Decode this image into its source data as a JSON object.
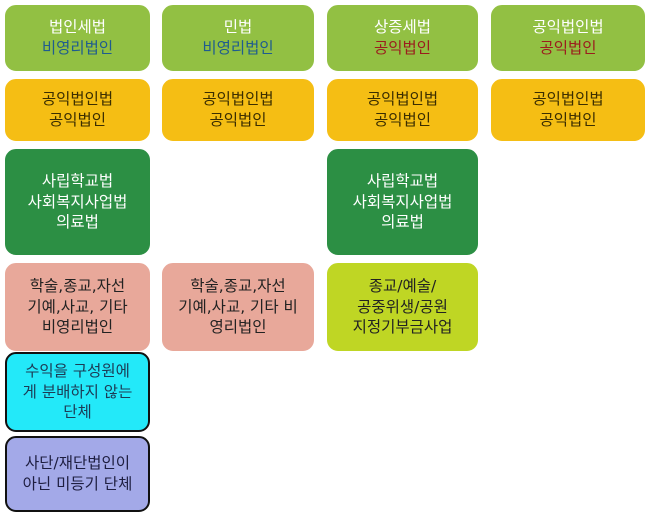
{
  "header": {
    "col1": {
      "title": "법인세법",
      "subtitle": "비영리법인"
    },
    "col2": {
      "title": "민법",
      "subtitle": "비영리법인"
    },
    "col3": {
      "title": "상증세법",
      "subtitle": "공익법인"
    },
    "col4": {
      "title": "공익법인법",
      "subtitle": "공익법인"
    }
  },
  "row2": {
    "col1": [
      "공익법인법",
      "공익법인"
    ],
    "col2": [
      "공익법인법",
      "공익법인"
    ],
    "col3": [
      "공익법인법",
      "공익법인"
    ],
    "col4": [
      "공익법인법",
      "공익법인"
    ]
  },
  "row3": {
    "col1": [
      "사립학교법",
      "사회복지사업법",
      "의료법"
    ],
    "col3": [
      "사립학교법",
      "사회복지사업법",
      "의료법"
    ]
  },
  "row4": {
    "col1": [
      "학술,종교,자선",
      "기예,사교, 기타",
      "비영리법인"
    ],
    "col2": [
      "학술,종교,자선",
      "기예,사교, 기타 비",
      "영리법인"
    ],
    "col3": [
      "종교/예술/",
      "공중위생/공원",
      "지정기부금사업"
    ]
  },
  "row5": {
    "col1": [
      "수익을 구성원에",
      "게 분배하지 않는",
      "단체"
    ]
  },
  "row6": {
    "col1": [
      "사단/재단법인이",
      "아닌 미등기 단체"
    ]
  },
  "colors": {
    "header": "#92C043",
    "public_law": "#F5BE14",
    "special_law": "#2C8F44",
    "general": "#E8A89A",
    "designated": "#BFD624",
    "non_distributing": "#23E9F9",
    "unregistered": "#A3A9E8"
  }
}
